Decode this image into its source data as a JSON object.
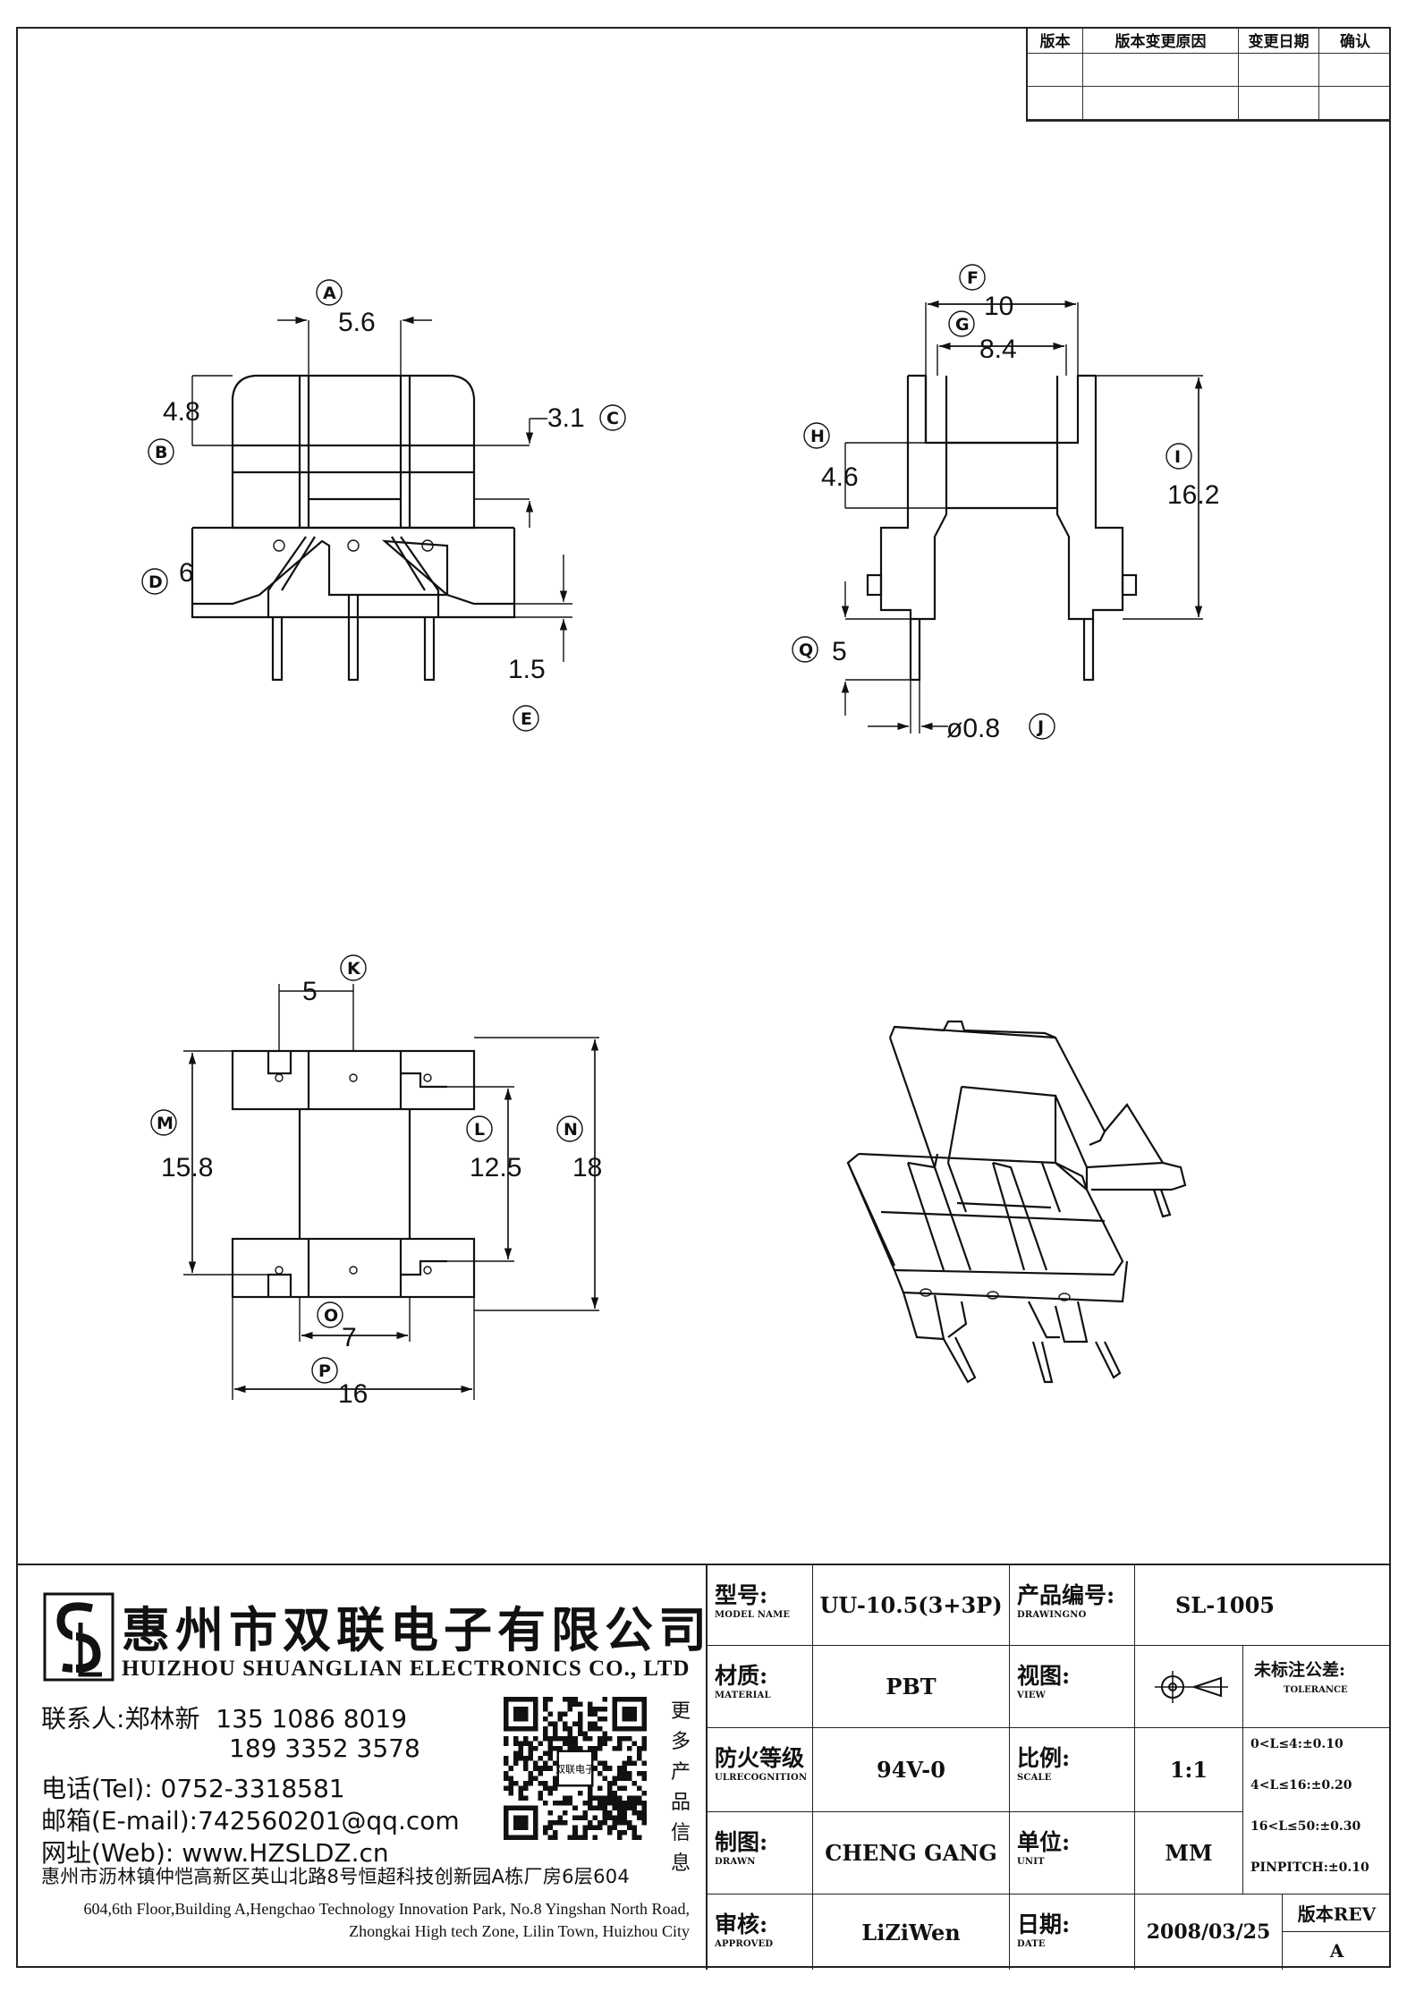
{
  "revision_table": {
    "headers": [
      "版本",
      "版本变更原因",
      "变更日期",
      "确认"
    ],
    "rows": [
      [
        "",
        "",
        "",
        ""
      ],
      [
        "",
        "",
        "",
        ""
      ]
    ]
  },
  "callouts": {
    "A": "A",
    "B": "B",
    "C": "C",
    "D": "D",
    "E": "E",
    "F": "F",
    "G": "G",
    "H": "H",
    "I": "I",
    "J": "J",
    "K": "K",
    "L": "L",
    "M": "M",
    "N": "N",
    "O": "O",
    "P": "P",
    "Q": "Q"
  },
  "dimensions": {
    "A": "5.6",
    "B": "4.8",
    "C": "3.1",
    "D": "6",
    "E": "1.5",
    "F": "10",
    "G": "8.4",
    "H": "4.6",
    "I": "16.2",
    "J": "ø0.8",
    "Q": "5",
    "K": "5",
    "L": "12.5",
    "M": "15.8",
    "N": "18",
    "O": "7",
    "P": "16"
  },
  "company": {
    "name_cn": "惠州市双联电子有限公司",
    "name_en": "HUIZHOU SHUANGLIAN ELECTRONICS CO., LTD",
    "contact_label": "联系人:",
    "contact_name": "郑林新",
    "phone1": "135 1086 8019",
    "phone2": "189 3352 3578",
    "tel": "电话(Tel): 0752-3318581",
    "email": "邮箱(E-mail):742560201@qq.com",
    "web": "网址(Web): www.HZSLDZ.cn",
    "address_cn": "惠州市沥林镇仲恺高新区英山北路8号恒超科技创新园A栋厂房6层604",
    "address_en": "604,6th Floor,Building A,Hengchao Technology Innovation Park, No.8 Yingshan North Road, Zhongkai High tech Zone, Lilin Town, Huizhou City",
    "qr_side_text": [
      "更",
      "多",
      "产",
      "品",
      "信",
      "息"
    ],
    "qr_center": "双联电子"
  },
  "title_block": {
    "model_label_cn": "型号:",
    "model_label_en": "MODEL NAME",
    "model": "UU-10.5(3+3P)",
    "drawingno_label_cn": "产品编号:",
    "drawingno_label_en": "DRAWINGNO",
    "drawingno": "SL-1005",
    "material_label_cn": "材质:",
    "material_label_en": "MATERIAL",
    "material": "PBT",
    "view_label_cn": "视图:",
    "view_label_en": "VIEW",
    "tolerance_label_cn": "未标注公差:",
    "tolerance_label_en": "TOLERANCE",
    "tolerances": [
      "0<L≤4:±0.10",
      "4<L≤16:±0.20",
      "16<L≤50:±0.30",
      "PINPITCH:±0.10"
    ],
    "fire_label_cn": "防火等级",
    "fire_label_en": "ULRECOGNITION",
    "fire": "94V-0",
    "scale_label_cn": "比例:",
    "scale_label_en": "SCALE",
    "scale": "1:1",
    "drawn_label_cn": "制图:",
    "drawn_label_en": "DRAWN",
    "drawn": "CHENG GANG",
    "unit_label_cn": "单位:",
    "unit_label_en": "UNIT",
    "unit": "MM",
    "approved_label_cn": "审核:",
    "approved_label_en": "APPROVED",
    "approved": "LiZiWen",
    "date_label_cn": "日期:",
    "date_label_en": "DATE",
    "date": "2008/03/25",
    "rev_label": "版本REV",
    "rev": "A"
  }
}
